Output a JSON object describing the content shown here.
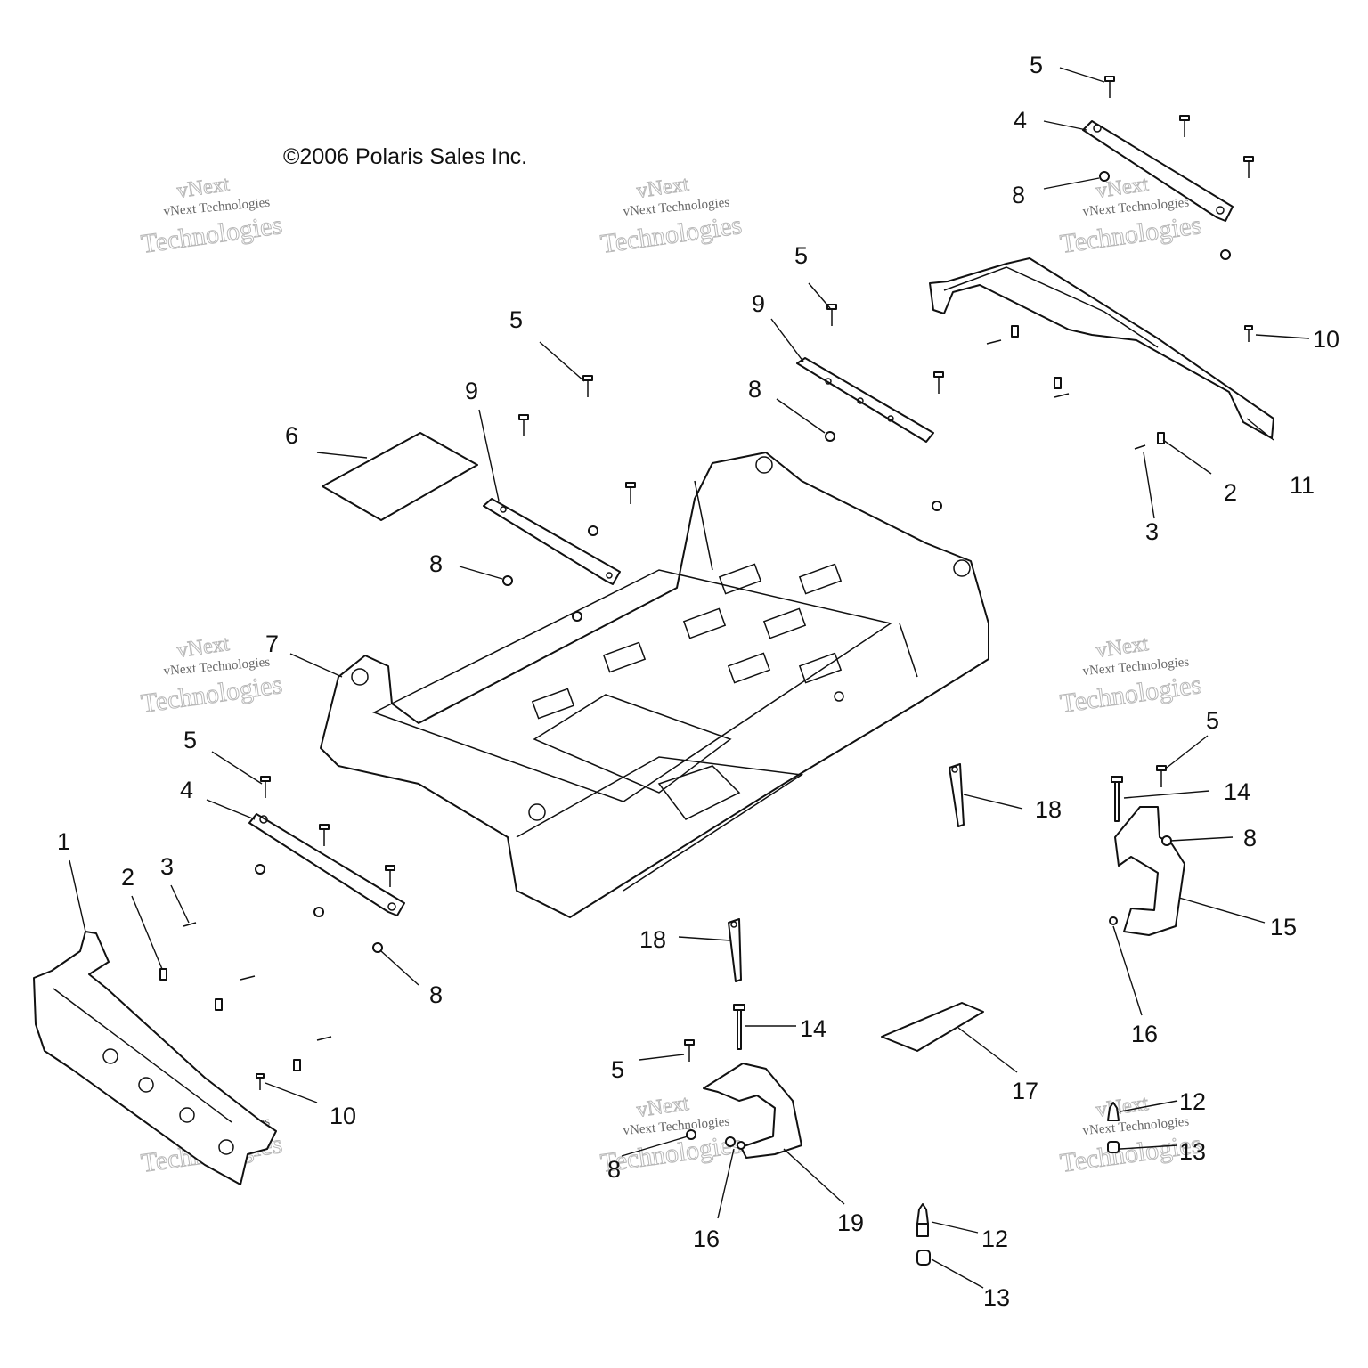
{
  "copyright": "©2006 Polaris Sales Inc.",
  "watermark": {
    "line1": "vNext",
    "line2": "vNext Technologies",
    "line3": "Technologies"
  },
  "callouts": [
    "1",
    "2",
    "3",
    "4",
    "5",
    "6",
    "7",
    "8",
    "9",
    "10",
    "11",
    "12",
    "13",
    "14",
    "15",
    "16",
    "17",
    "18",
    "19"
  ]
}
